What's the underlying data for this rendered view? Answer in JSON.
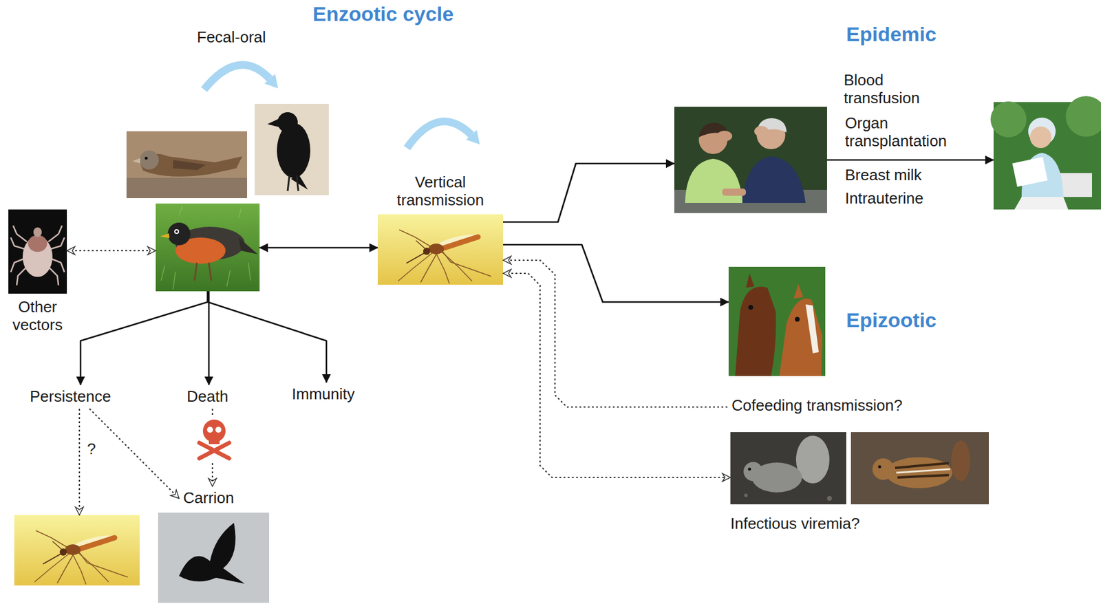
{
  "diagram": {
    "nodes": [
      {
        "text": [
          "Other vectors"
        ]
      },
      {
        "text": []
      },
      {
        "text": [
          "Vertical transmission"
        ]
      },
      {
        "text": []
      },
      {
        "text": []
      },
      {
        "text": []
      },
      {
        "text": [
          "Cofeeding transmission?"
        ]
      },
      {
        "text": [
          "Infectious viremia?"
        ]
      },
      {
        "text": [
          "Persistence"
        ]
      },
      {
        "text": [
          "Death"
        ]
      },
      {
        "text": [
          "Immunity"
        ]
      },
      {
        "text": []
      },
      {
        "text": [
          "Carrion"
        ]
      }
    ],
    "edges": [
      {
        "from": 0,
        "to": 1,
        "arrow": "both"
      },
      {
        "from": 1,
        "to": 2,
        "arrow": "both"
      },
      {
        "from": 2,
        "to": 3,
        "arrow": "to"
      },
      {
        "from": 3,
        "to": 4,
        "arrow": "to"
      },
      {
        "from": 2,
        "to": 5,
        "arrow": "to"
      },
      {
        "from": 6,
        "to": 2,
        "arrow": "to"
      },
      {
        "from": 2,
        "to": 7,
        "arrow": "both"
      },
      {
        "from": 1,
        "to": 8,
        "arrow": "to"
      },
      {
        "from": 1,
        "to": 9,
        "arrow": "to"
      },
      {
        "from": 1,
        "to": 10,
        "arrow": "to"
      },
      {
        "from": 8,
        "to": 11,
        "arrow": "to"
      },
      {
        "from": 8,
        "to": 12,
        "arrow": "to"
      },
      {
        "from": 9,
        "to": 12,
        "arrow": "to"
      }
    ],
    "labels": [
      "Enzootic cycle",
      "Fecal-oral",
      "Epidemic",
      "Blood transfusion",
      "Organ transplantation",
      "Breast milk",
      "Intrauterine",
      "Epizootic",
      "?"
    ]
  }
}
